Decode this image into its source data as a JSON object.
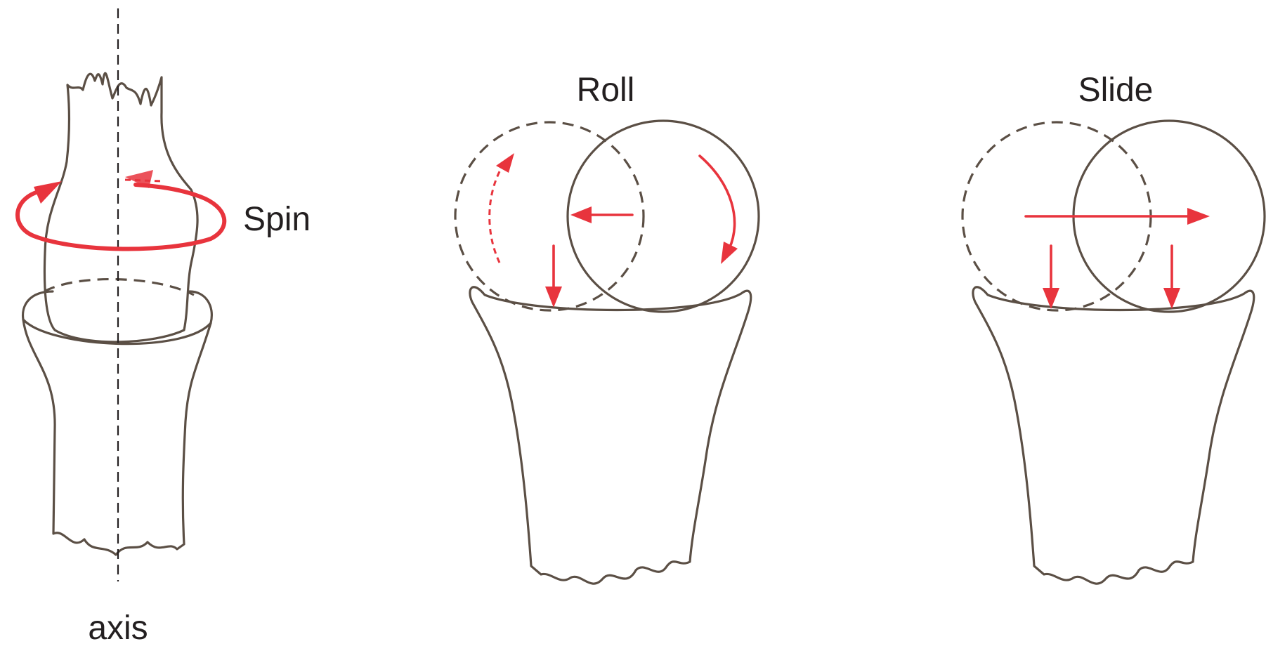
{
  "labels": {
    "spin": "Spin",
    "axis": "axis",
    "roll": "Roll",
    "slide": "Slide"
  },
  "colors": {
    "bone_outline": "#5b4f45",
    "motion_arrow": "#e8343d",
    "text": "#231f20",
    "background": "#ffffff"
  }
}
